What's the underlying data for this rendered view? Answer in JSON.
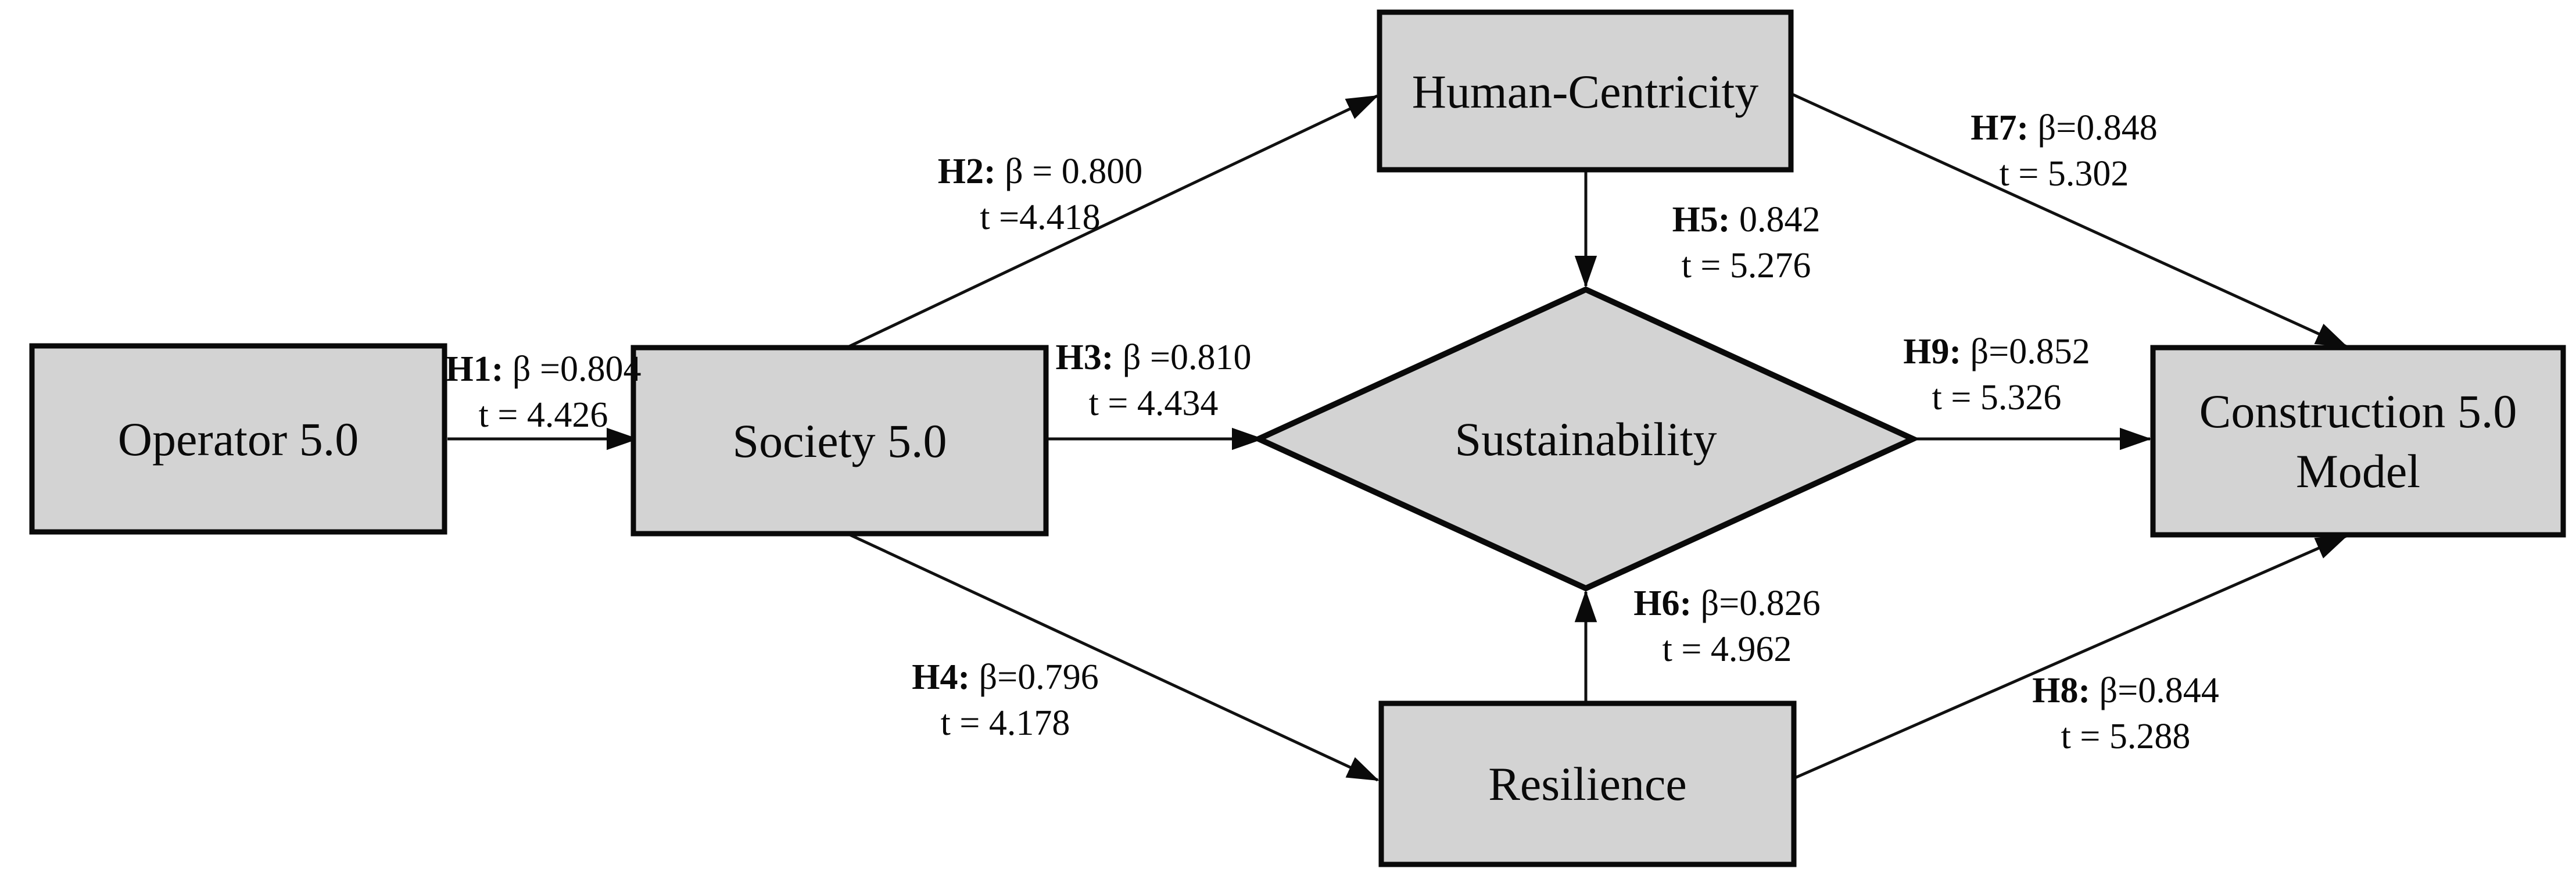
{
  "figure": {
    "type": "path-model-diagram",
    "background_color": "#ffffff",
    "node_fill_color": "#d3d3d3",
    "node_border_color": "#0a0a0a",
    "line_color": "#111111"
  },
  "nodes": {
    "operator": {
      "label": "Operator 5.0",
      "shape": "rectangle"
    },
    "society": {
      "label": "Society 5.0",
      "shape": "rectangle"
    },
    "human_centricity": {
      "label": "Human-Centricity",
      "shape": "rectangle"
    },
    "sustainability": {
      "label": "Sustainability",
      "shape": "diamond"
    },
    "resilience": {
      "label": "Resilience",
      "shape": "rectangle"
    },
    "construction": {
      "label_line1": "Construction 5.0",
      "label_line2": "Model",
      "shape": "rectangle"
    }
  },
  "paths": {
    "h1": {
      "bold": "H1:",
      "coef": " β =0.804",
      "t": "t = 4.426",
      "from": "Operator 5.0",
      "to": "Society 5.0"
    },
    "h2": {
      "bold": "H2:",
      "coef": " β = 0.800",
      "t": "t =4.418",
      "from": "Society 5.0",
      "to": "Human-Centricity"
    },
    "h3": {
      "bold": "H3:",
      "coef": " β =0.810",
      "t": "t = 4.434",
      "from": "Society 5.0",
      "to": "Sustainability"
    },
    "h4": {
      "bold": "H4:",
      "coef": " β=0.796",
      "t": "t = 4.178",
      "from": "Society 5.0",
      "to": "Resilience"
    },
    "h5": {
      "bold": "H5:",
      "coef": " 0.842",
      "t": "t = 5.276",
      "from": "Human-Centricity",
      "to": "Sustainability"
    },
    "h6": {
      "bold": "H6:",
      "coef": " β=0.826",
      "t": "t = 4.962",
      "from": "Resilience",
      "to": "Sustainability"
    },
    "h7": {
      "bold": "H7:",
      "coef": " β=0.848",
      "t": "t = 5.302",
      "from": "Human-Centricity",
      "to": "Construction 5.0 Model"
    },
    "h8": {
      "bold": "H8:",
      "coef": " β=0.844",
      "t": "t = 5.288",
      "from": "Resilience",
      "to": "Construction 5.0 Model"
    },
    "h9": {
      "bold": "H9:",
      "coef": " β=0.852",
      "t": "t = 5.326",
      "from": "Sustainability",
      "to": "Construction 5.0 Model"
    }
  }
}
